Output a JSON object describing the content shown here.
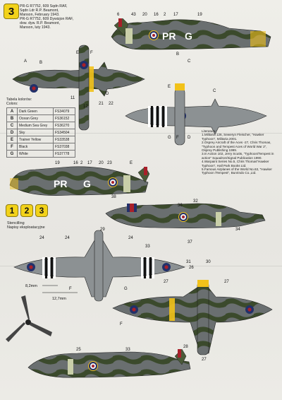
{
  "badges": {
    "main": "3",
    "b1": "1",
    "b2": "2",
    "b3": "3"
  },
  "caption": "PR-G R7752, 609 Sqdn RAF,\nSqdn Ldr R.P. Beamont,\nManson, February 1943.\nPR-G R7752, 609 Dywizjon RAF,\ndow. dyw. R.P. Beamont,\nManson, luty 1943.",
  "colors_table": {
    "title_pl": "Tabela kolorów:",
    "title_en": "Colors:",
    "rows": [
      {
        "letter": "A",
        "name": "Dark Green",
        "fs": "FS34079",
        "swatch": "#3b4a2c"
      },
      {
        "letter": "B",
        "name": "Ocean Grey",
        "fs": "FS36152",
        "swatch": "#6a6f70"
      },
      {
        "letter": "C",
        "name": "Medium Sea Grey",
        "fs": "FS36270",
        "swatch": "#8c9193"
      },
      {
        "letter": "D",
        "name": "Sky",
        "fs": "FS34504",
        "swatch": "#c9cfa9"
      },
      {
        "letter": "E",
        "name": "Trainer Yellow",
        "fs": "FS33538",
        "swatch": "#f2c21a"
      },
      {
        "letter": "F",
        "name": "Black",
        "fs": "FS37038",
        "swatch": "#151515"
      },
      {
        "letter": "G",
        "name": "White",
        "fs": "FS37778",
        "swatch": "#ffffff"
      }
    ]
  },
  "literature": {
    "title": "Literatura:",
    "items": [
      "1.Militaria 126, Seweryn Fleischer, \"Hawker Typhoon\", Militaria 2001.",
      "2.Osprey Aircraft of the Aces -27, Chris Thomas, \"Typhoon and Tempest Aces of World War 2\", Osprey Publishing 1999.",
      "3.In Action 102, Jerry Scutts, \"Typhoon/Tempest in action\" Squadron/Signal Publication 1990.",
      "4.Warpaint Series No.5, Chris Thomas\"Hawker Typhoon\", Hall Park Books Ltd.",
      "5.Famous Airplanes of the World No.63, \"Hawker Typhoon /Tempest\", Bunrindo Co.,Ltd."
    ]
  },
  "stencilling": {
    "en": "Stencilling",
    "pl": "Napisy eksploatacyjne"
  },
  "codes": {
    "top_left": "PR",
    "top_right": "G",
    "bottom_left": "PR",
    "bottom_right": "G"
  },
  "dimensions": {
    "d1": "8,2mm",
    "d2": "12,7mm"
  },
  "callouts": {
    "top_plan": [
      "E",
      "F",
      "A",
      "B",
      "D",
      "21",
      "22",
      "11",
      "12"
    ],
    "top_side": [
      "6",
      "43",
      "20",
      "16",
      "2",
      "17",
      "19",
      "B",
      "C"
    ],
    "under_plan": [
      "E",
      "C",
      "G",
      "F",
      "D"
    ],
    "left_side": [
      "19",
      "16",
      "2",
      "17",
      "20",
      "23",
      "E"
    ],
    "sten_side": [
      "36",
      "32",
      "38",
      "34",
      "37",
      "33",
      "31",
      "30"
    ],
    "sten_under": [
      "24",
      "24",
      "29",
      "24",
      "F",
      "G"
    ],
    "sten_right": [
      "26",
      "27",
      "27",
      "27",
      "F"
    ],
    "sten_bottom": [
      "25",
      "33",
      "28"
    ]
  }
}
